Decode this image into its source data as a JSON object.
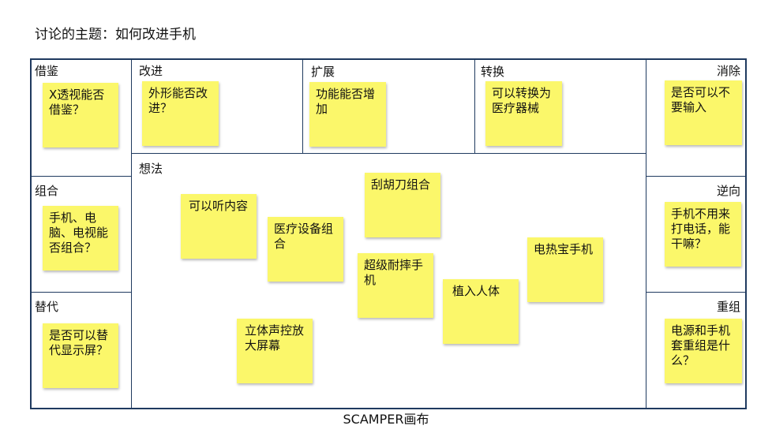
{
  "topic": "讨论的主题：如何改进手机",
  "caption": "SCAMPER画布",
  "sections": {
    "borrow": "借鉴",
    "improve": "改进",
    "expand": "扩展",
    "convert": "转换",
    "eliminate": "消除",
    "combine": "组合",
    "ideas": "想法",
    "reverse": "逆向",
    "substitute": "替代",
    "rearrange": "重组"
  },
  "notes": {
    "borrow": "X透视能否借鉴？",
    "improve": "外形能否改进？",
    "expand": "功能能否增加",
    "convert": "可以转换为医疗器械",
    "eliminate": "是否可以不要输入",
    "combine": "手机、电脑、电视能否组合？",
    "reverse": "手机不用来打电话，能干嘛？",
    "substitute": "是否可以替代显示屏？",
    "rearrange": "电源和手机套重组是什么？",
    "idea_listen": "可以听内容",
    "idea_medical": "医疗设备组合",
    "idea_razor": "刮胡刀组合",
    "idea_durable": "超级耐摔手机",
    "idea_implant": "植入人体",
    "idea_hotpack": "电热宝手机",
    "idea_stereo": "立体声控放大屏幕"
  }
}
